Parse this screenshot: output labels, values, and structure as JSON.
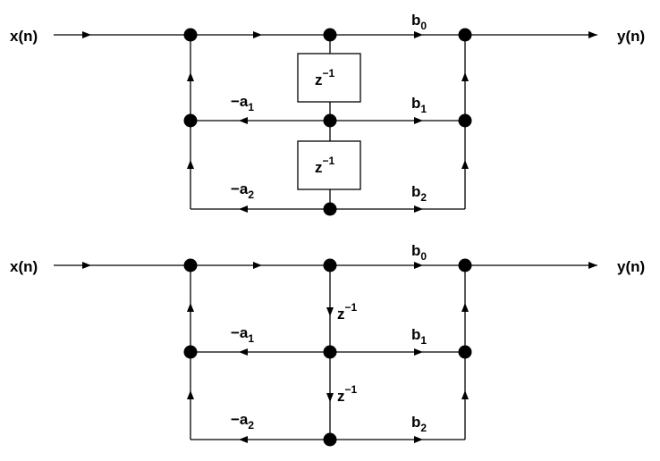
{
  "diagrams": [
    {
      "input_label": "x(n)",
      "output_label": "y(n)",
      "delay_label": {
        "base": "z",
        "exponent": "−1"
      },
      "feedforward": [
        {
          "base": "b",
          "sub": "0"
        },
        {
          "base": "b",
          "sub": "1"
        },
        {
          "base": "b",
          "sub": "2"
        }
      ],
      "feedback": [
        {
          "base": "−a",
          "sub": "1"
        },
        {
          "base": "−a",
          "sub": "2"
        }
      ]
    },
    {
      "input_label": "x(n)",
      "output_label": "y(n)",
      "delay_label": {
        "base": "z",
        "exponent": "−1"
      },
      "feedforward": [
        {
          "base": "b",
          "sub": "0"
        },
        {
          "base": "b",
          "sub": "1"
        },
        {
          "base": "b",
          "sub": "2"
        }
      ],
      "feedback": [
        {
          "base": "−a",
          "sub": "1"
        },
        {
          "base": "−a",
          "sub": "2"
        }
      ]
    }
  ]
}
